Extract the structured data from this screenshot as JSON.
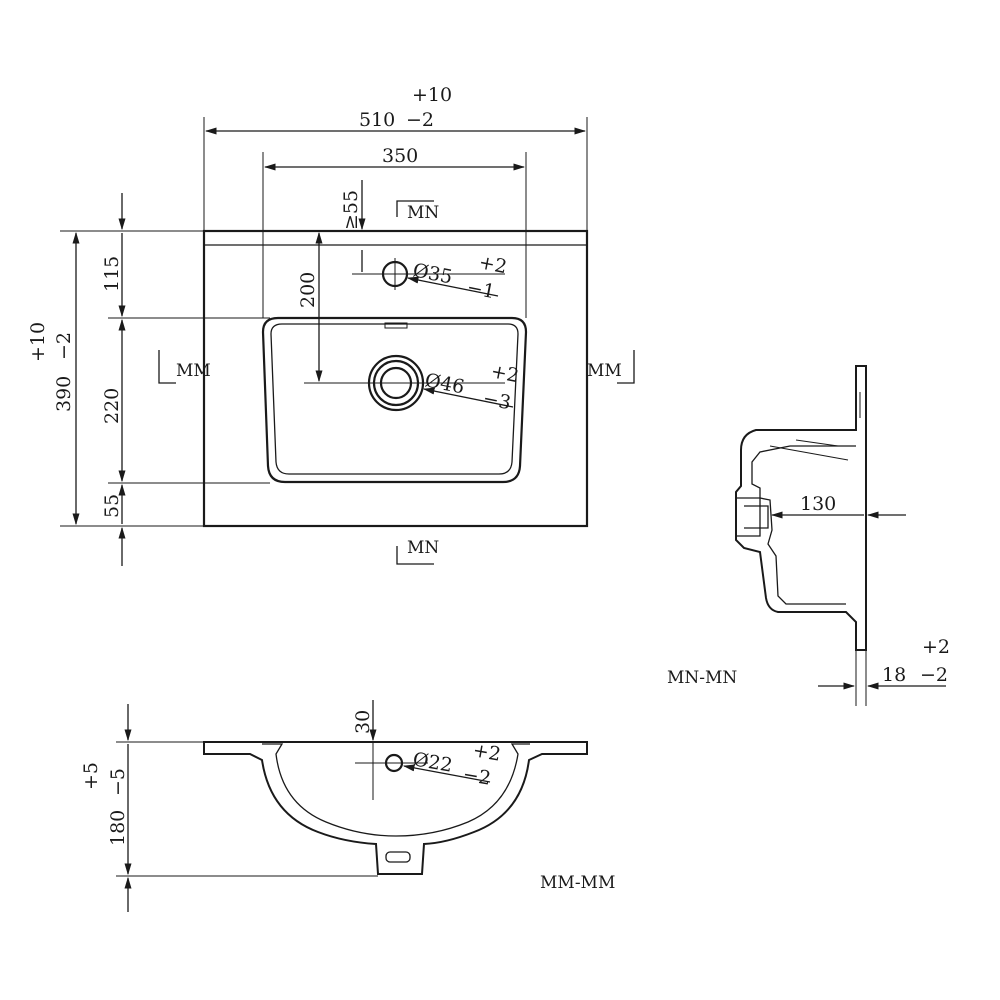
{
  "top_view": {
    "overall_width": {
      "tol_plus": "+10",
      "value": "510",
      "tol_minus": "−2"
    },
    "bowl_width": "350",
    "tap_hole_offset": "≥55",
    "depth_to_tap": "115",
    "tap_to_drain": "200",
    "bowl_length": "220",
    "front_margin": "55",
    "overall_depth": {
      "tol_plus": "+10",
      "value": "390",
      "tol_minus": "−2"
    },
    "tap_hole": {
      "dia": "Ø35",
      "tol_plus": "+2",
      "tol_minus": "−1"
    },
    "drain_hole": {
      "dia": "Ø46",
      "tol_plus": "+2",
      "tol_minus": "−3"
    },
    "section_mark_mn": "MN",
    "section_mark_mm": "MM"
  },
  "section_mn": {
    "label": "MN-MN",
    "depth_dim": "130",
    "rim_thickness": {
      "value": "18",
      "tol_plus": "+2",
      "tol_minus": "−2"
    }
  },
  "section_mm": {
    "label": "MM-MM",
    "overflow_offset": "30",
    "overflow_hole": {
      "dia": "Ø22",
      "tol_plus": "+2",
      "tol_minus": "−2"
    },
    "height": {
      "tol_plus": "+5",
      "value": "180",
      "tol_minus": "−5"
    }
  }
}
